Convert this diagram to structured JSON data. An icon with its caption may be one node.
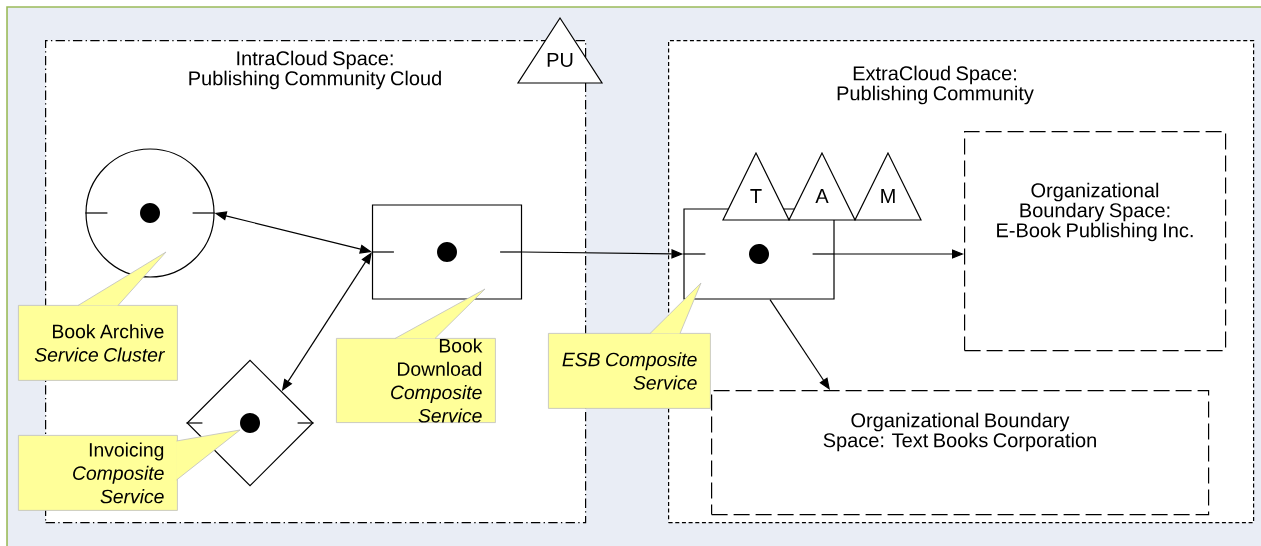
{
  "diagram": {
    "nodes": [
      {
        "text": [
          "IntraCloud Space: Publishing Community Cloud"
        ]
      },
      {
        "text": [
          "PU"
        ]
      },
      {
        "text": [],
        "shape": "circle",
        "in": 0,
        "beside": [
          "Book Archive",
          "Service Cluster"
        ]
      },
      {
        "text": [],
        "shape": "box",
        "in": 0,
        "beside": [
          "Book Download",
          "Composite Service"
        ]
      },
      {
        "text": [],
        "shape": "diamond",
        "in": 0,
        "beside": [
          "Invoicing",
          "Composite Service"
        ]
      },
      {
        "text": [
          "ExtraCloud Space: Publishing Community"
        ]
      },
      {
        "text": [],
        "shape": "box",
        "in": 5
      },
      {
        "text": [
          "T"
        ],
        "in": 5
      },
      {
        "text": [
          "A"
        ],
        "in": 5
      },
      {
        "text": [
          "M"
        ],
        "in": 5
      },
      {
        "text": [
          "Organizational Boundary Space: E-Book Publishing Inc."
        ],
        "in": 5
      },
      {
        "text": [
          "Organizational Boundary Space: Text Books Corporation"
        ],
        "in": 5
      }
    ],
    "edges": [
      {
        "from": 2,
        "to": 3,
        "arrow": "both"
      },
      {
        "from": 3,
        "to": 4,
        "arrow": "both"
      },
      {
        "from": 3,
        "to": 6,
        "arrow": "to"
      },
      {
        "from": 6,
        "to": 10,
        "arrow": "to"
      },
      {
        "from": 6,
        "to": 11,
        "arrow": "to"
      }
    ],
    "labels": [
      "ESB Composite Service"
    ]
  }
}
